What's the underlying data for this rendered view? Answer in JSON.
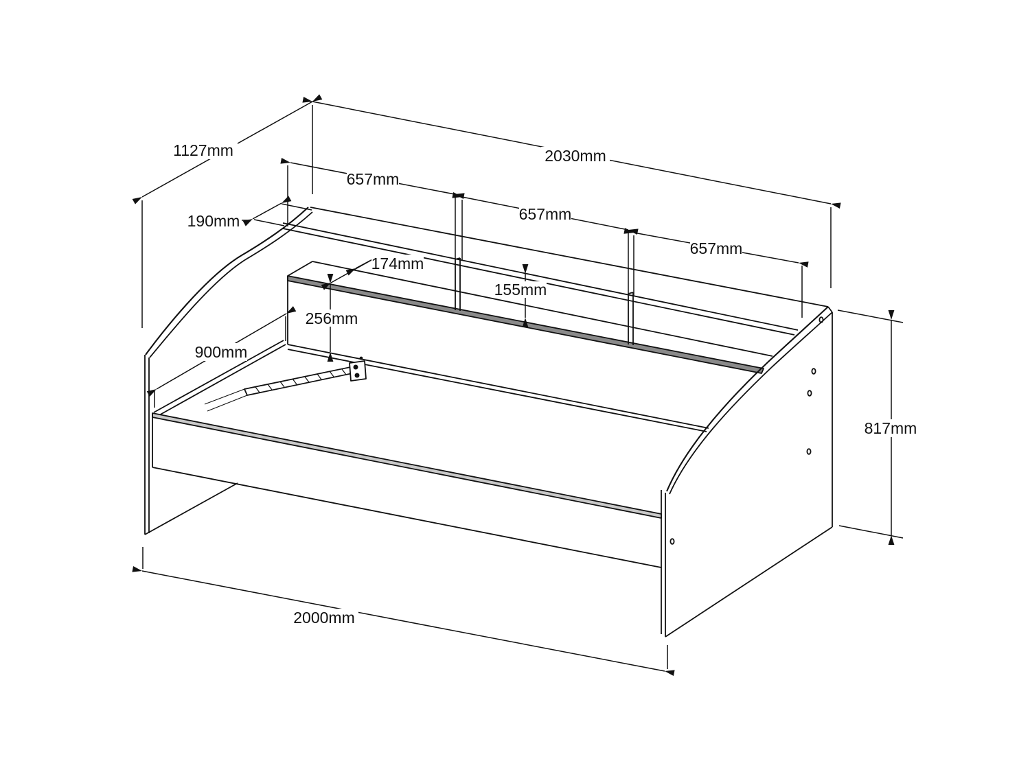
{
  "drawing": {
    "description": "Isometric technical dimension drawing of a daybed with headboard shelf storage",
    "background": "#ffffff",
    "line_color": "#111111",
    "unit": "mm",
    "dimensions": {
      "overall_depth": "1127mm",
      "overall_length": "2030mm",
      "shelf_section_1": "657mm",
      "shelf_section_2": "657mm",
      "shelf_section_3": "657mm",
      "shelf_top_depth": "190mm",
      "cubby_floor_depth": "174mm",
      "cubby_opening_height": "155mm",
      "headboard_drop_height": "256mm",
      "bed_surface_width": "900mm",
      "overall_height": "817mm",
      "bed_length": "2000mm"
    }
  }
}
